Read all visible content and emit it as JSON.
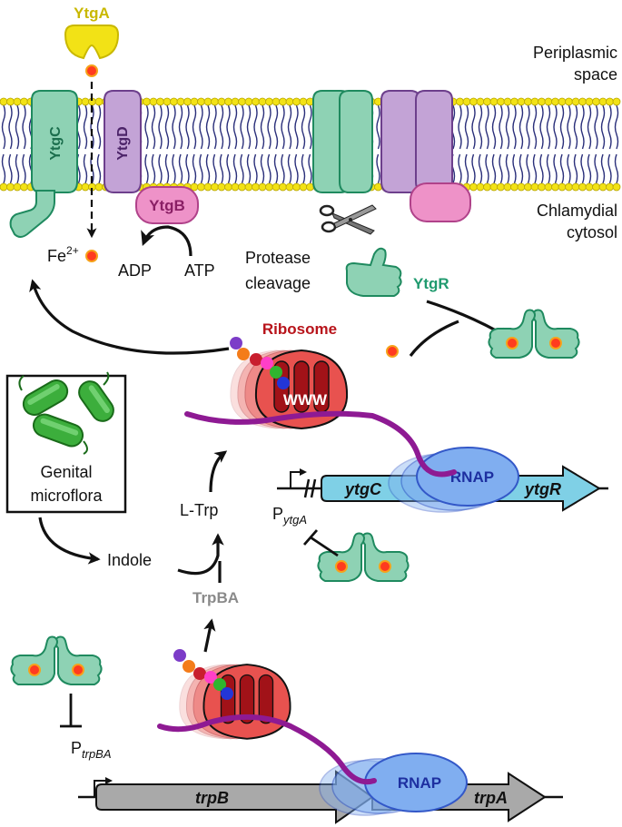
{
  "labels": {
    "ytgA": "YtgA",
    "periplasmic": "Periplasmic",
    "space": "space",
    "ytgC": "YtgC",
    "ytgD": "YtgD",
    "ytgB": "YtgB",
    "chlamydial": "Chlamydial",
    "cytosol": "cytosol",
    "fe": "Fe",
    "fe_charge": "2+",
    "adp": "ADP",
    "atp": "ATP",
    "protease": "Protease",
    "cleavage": "cleavage",
    "ytgR": "YtgR",
    "ribosome": "Ribosome",
    "www": "WWW",
    "genital": "Genital",
    "microflora": "microflora",
    "indole": "Indole",
    "ltrp": "L-Trp",
    "trpBA": "TrpBA",
    "p_ytgA_main": "P",
    "p_ytgA_sub": "ytgA",
    "p_trpBA_main": "P",
    "p_trpBA_sub": "trpBA",
    "gene_ytgC": "ytgC",
    "gene_ytgR": "ytgR",
    "gene_trpB": "trpB",
    "gene_trpA": "trpA",
    "rnap_top": "RNAP",
    "rnap_bottom": "RNAP"
  },
  "colors": {
    "ytgA": "#f2e216",
    "ytgA_text": "#c9b800",
    "membrane_head": "#f2e216",
    "membrane_tail": "#2a2f7a",
    "ytgC": "#8ed2b4",
    "ytgC_stroke": "#1f8a5f",
    "ytgD": "#c3a3d6",
    "ytgD_stroke": "#6d3f8c",
    "ytgB": "#ee92c8",
    "ytgB_stroke": "#b0428a",
    "ytgR_text": "#1f9a6e",
    "iron": "#ff3b1f",
    "iron_ring": "#f6a21a",
    "ribosome": "#e8524f",
    "ribosome_dark": "#a11218",
    "ribosome_text": "#b8141b",
    "mrna": "#8e1a93",
    "rnap": "#80aef0",
    "rnap_stroke": "#3358c8",
    "rnap_text": "#1d2fa0",
    "gene_teal": "#7fd0e6",
    "gene_grey": "#a9a9a9",
    "trpBA_text": "#8a8a8a",
    "bacteria": "#3cae3c",
    "amino_acids": [
      "#7c3cc8",
      "#f47c1a",
      "#c81e2e",
      "#ff3fc8",
      "#2fb52f",
      "#2336d8"
    ]
  }
}
